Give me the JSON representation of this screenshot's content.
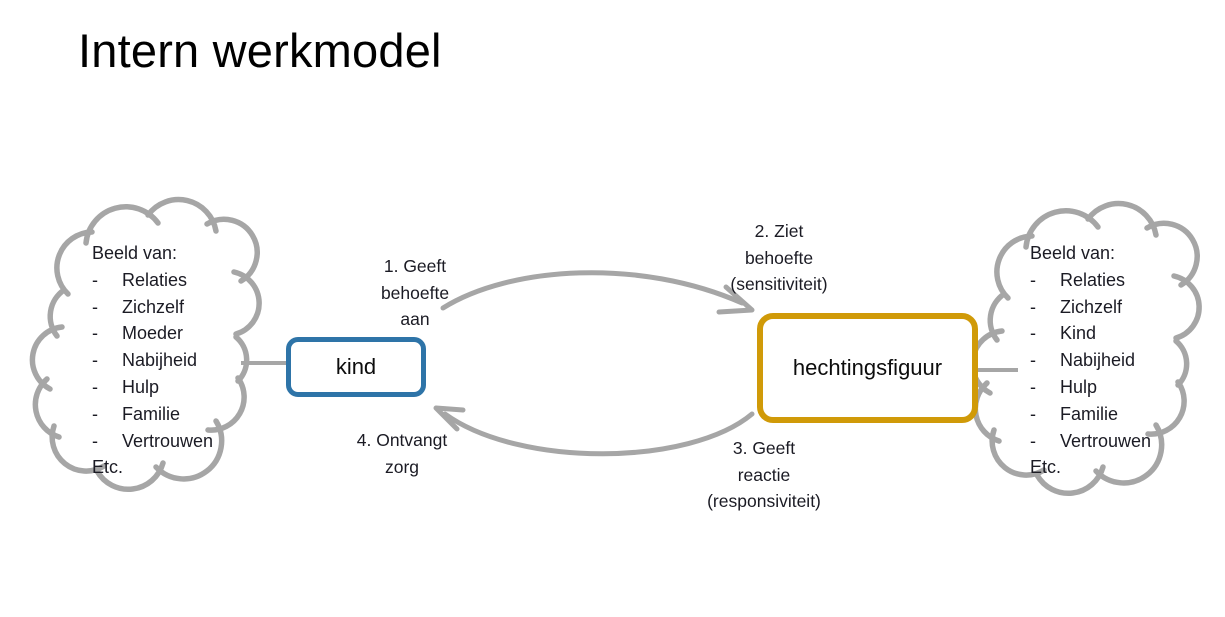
{
  "slide": {
    "title": "Intern werkmodel",
    "background_color": "#FFFFFF"
  },
  "colors": {
    "child_box_border": "#2E74A8",
    "caregiver_box_border": "#D09A08",
    "cloud_stroke": "#A6A6A6",
    "arrow_stroke": "#A6A6A6",
    "text": "#1B1B24"
  },
  "clouds": {
    "left": {
      "header": "Beeld van:",
      "items": [
        "Relaties",
        "Zichzelf",
        "Moeder",
        "Nabijheid",
        "Hulp",
        "Familie",
        "Vertrouwen"
      ],
      "footer": "Etc.",
      "bullet": "-"
    },
    "right": {
      "header": "Beeld van:",
      "items": [
        "Relaties",
        "Zichzelf",
        "Kind",
        "Nabijheid",
        "Hulp",
        "Familie",
        "Vertrouwen"
      ],
      "footer": "Etc.",
      "bullet": "-"
    }
  },
  "nodes": {
    "child": "kind",
    "caregiver": "hechtingsfiguur"
  },
  "steps": {
    "one": {
      "line1": "1. Geeft",
      "line2": "behoefte",
      "line3": "aan"
    },
    "two": {
      "line1": "2. Ziet",
      "line2": "behoefte",
      "line3": "(sensitiviteit)"
    },
    "three": {
      "line1": "3. Geeft",
      "line2": "reactie",
      "line3": "(responsiviteit)"
    },
    "four": {
      "line1": "4. Ontvangt",
      "line2": "zorg",
      "line3": ""
    }
  }
}
